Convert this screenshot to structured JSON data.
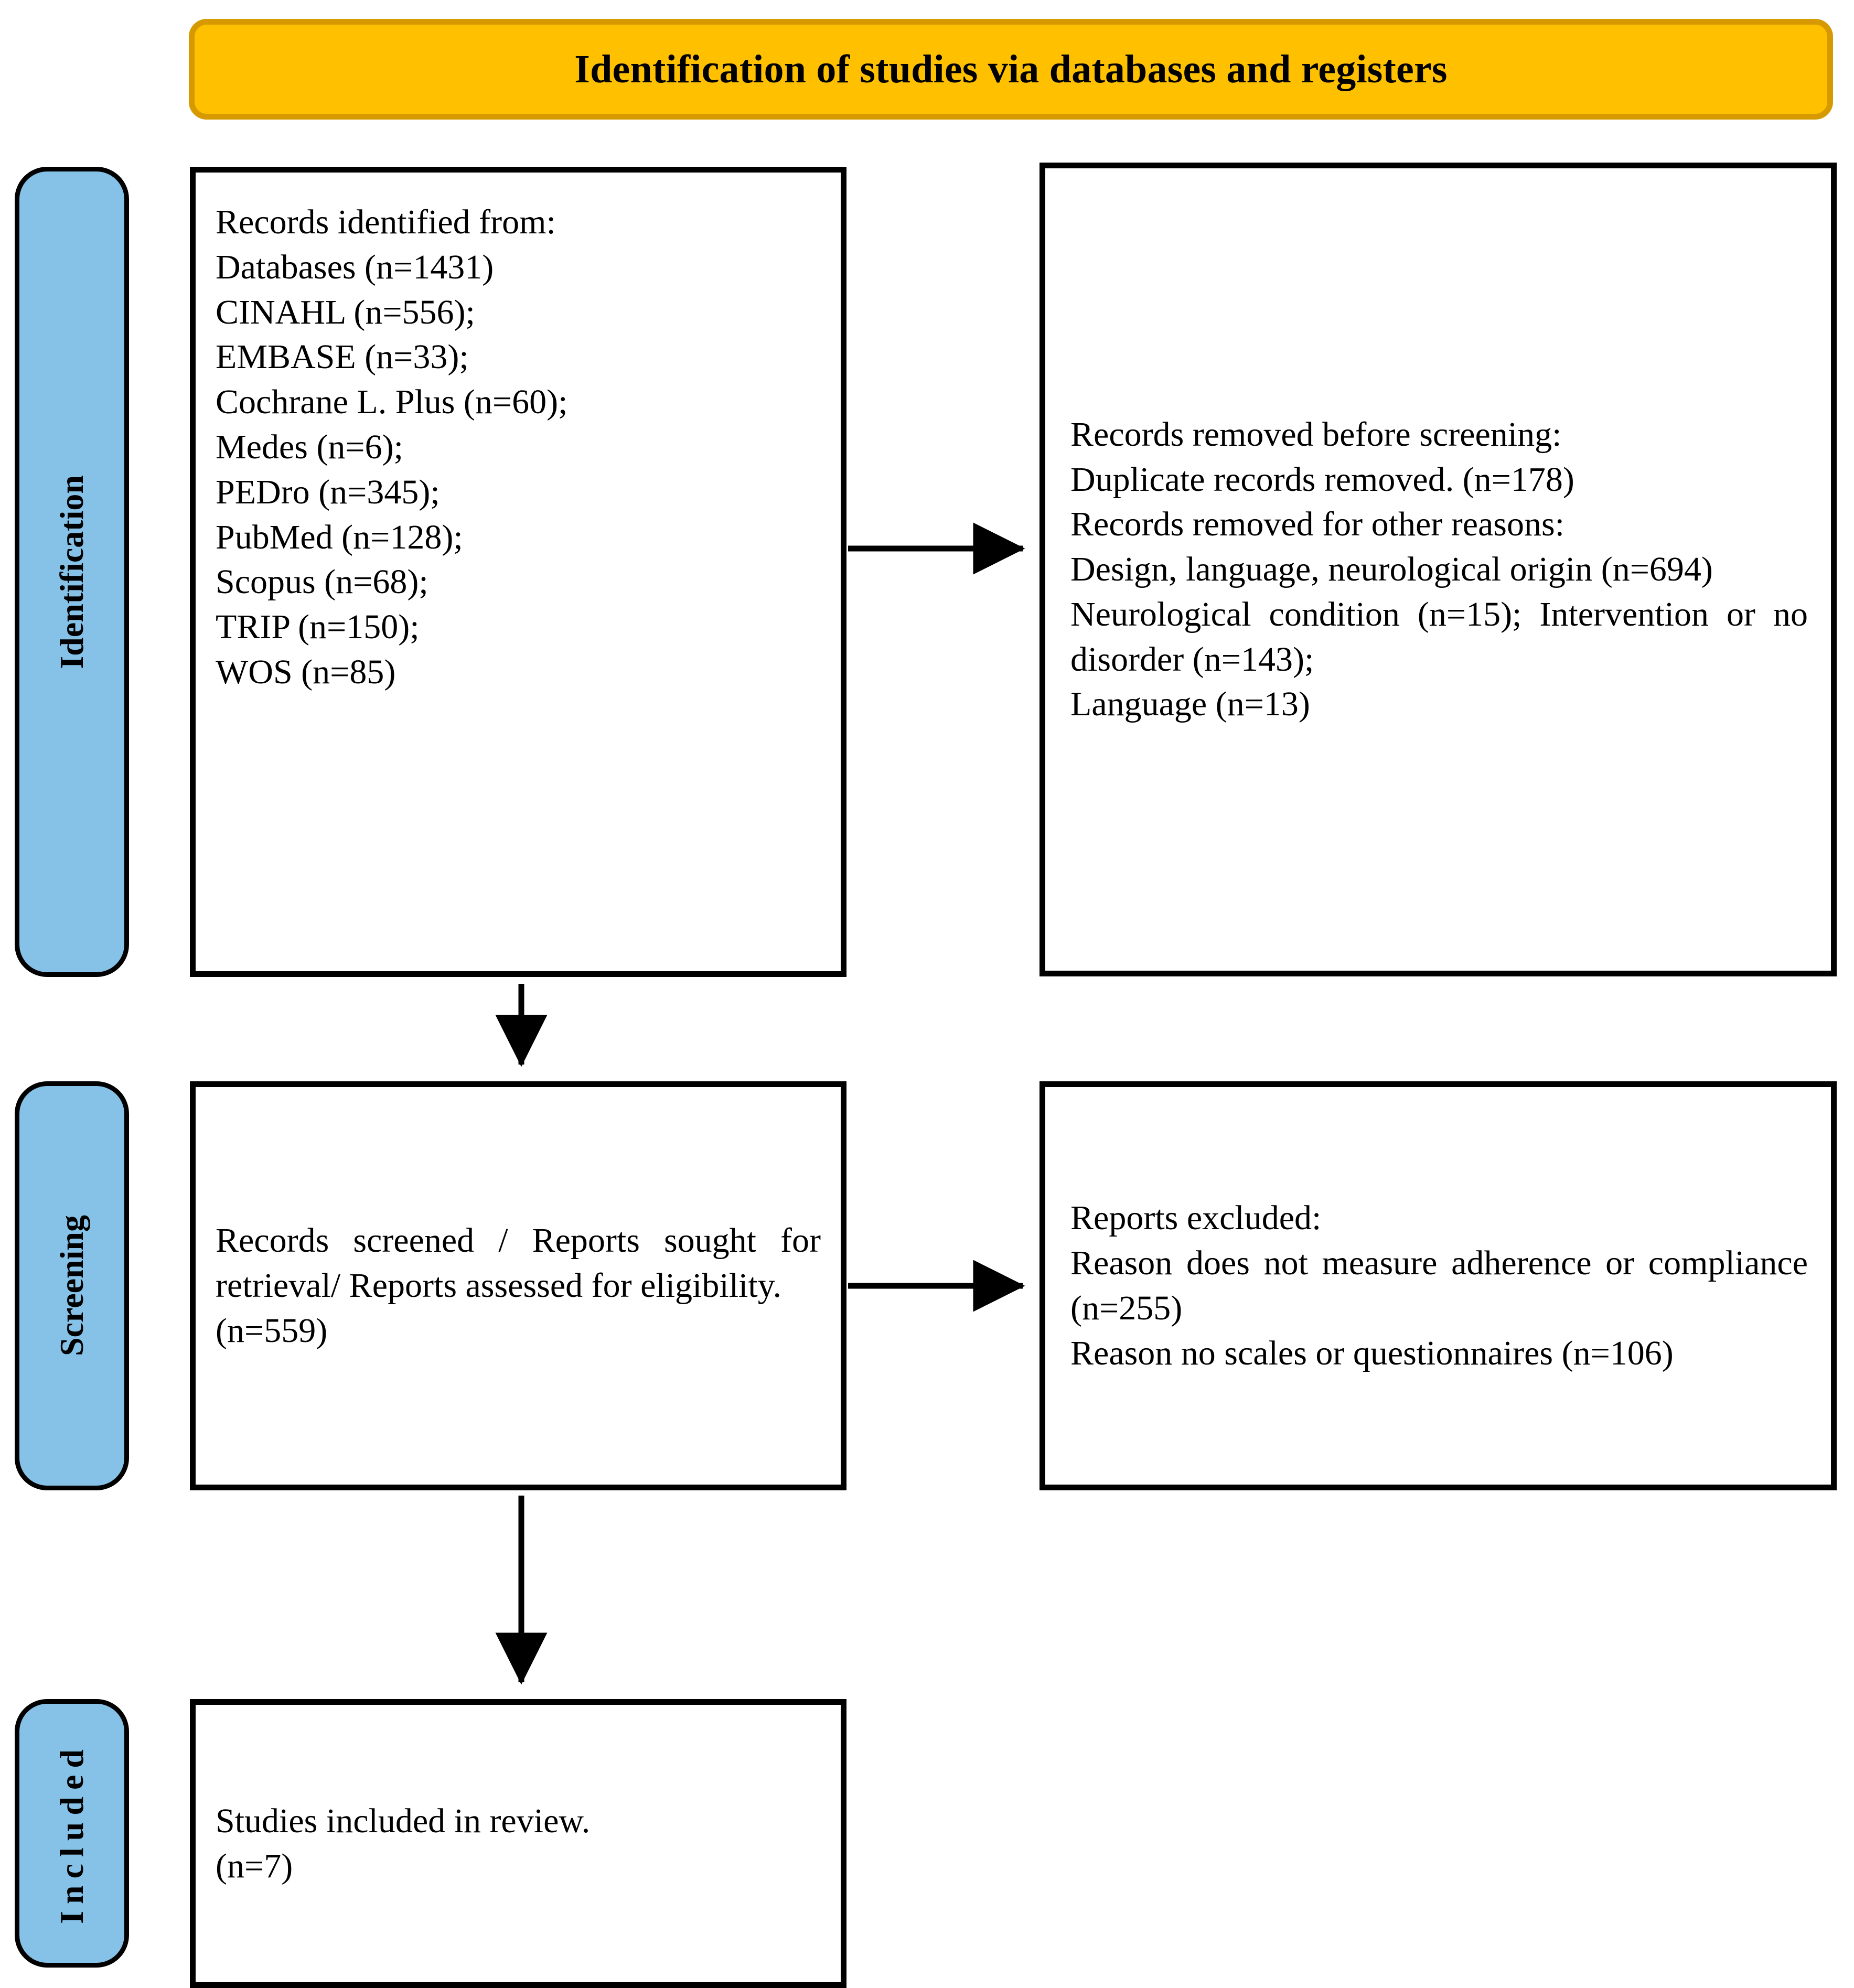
{
  "banner": {
    "title": "Identification of studies via databases and registers",
    "fill": "#FFC000",
    "border": "#D69A00"
  },
  "stages": {
    "fill": "#86C2E8",
    "identification": "Identification",
    "screening": "Screening",
    "included": "Included"
  },
  "boxes": {
    "records_identified": {
      "lines": [
        "Records identified from:",
        "Databases (n=1431)",
        "CINAHL (n=556);",
        "EMBASE (n=33);",
        "Cochrane L. Plus (n=60);",
        "Medes (n=6);",
        "PEDro (n=345);",
        "PubMed (n=128);",
        "Scopus (n=68);",
        "TRIP (n=150);",
        "WOS (n=85)"
      ]
    },
    "records_removed": {
      "lines": [
        "Records removed before screening:",
        "Duplicate records removed. (n=178)",
        "Records removed for other reasons:",
        "Design, language, neurological origin (n=694)",
        "Neurological condition (n=15); Intervention or no disorder (n=143);",
        "Language (n=13)"
      ]
    },
    "records_screened": {
      "lines": [
        "Records screened / Reports sought for retrieval/ Reports assessed for eligibility.",
        "(n=559)"
      ]
    },
    "reports_excluded": {
      "lines": [
        "Reports excluded:",
        "Reason does not measure adherence or compliance (n=255)",
        "Reason no scales or questionnaires (n=106)"
      ]
    },
    "studies_included": {
      "lines": [
        "Studies included in review.",
        "(n=7)"
      ]
    }
  },
  "chart_data": {
    "type": "diagram",
    "title": "Identification of studies via databases and registers",
    "stages": [
      "Identification",
      "Screening",
      "Included"
    ],
    "nodes": [
      {
        "id": "records-identified",
        "stage": "Identification",
        "label": "Records identified from",
        "total": 1431,
        "sources": [
          {
            "name": "Databases",
            "n": 1431
          },
          {
            "name": "CINAHL",
            "n": 556
          },
          {
            "name": "EMBASE",
            "n": 33
          },
          {
            "name": "Cochrane L. Plus",
            "n": 60
          },
          {
            "name": "Medes",
            "n": 6
          },
          {
            "name": "PEDro",
            "n": 345
          },
          {
            "name": "PubMed",
            "n": 128
          },
          {
            "name": "Scopus",
            "n": 68
          },
          {
            "name": "TRIP",
            "n": 150
          },
          {
            "name": "WOS",
            "n": 85
          }
        ]
      },
      {
        "id": "records-removed",
        "stage": "Identification",
        "label": "Records removed before screening",
        "reasons": [
          {
            "name": "Duplicate records removed.",
            "n": 178
          },
          {
            "name": "Design, language, neurological origin",
            "n": 694
          },
          {
            "name": "Neurological condition",
            "n": 15
          },
          {
            "name": "Intervention or no disorder",
            "n": 143
          },
          {
            "name": "Language",
            "n": 13
          }
        ]
      },
      {
        "id": "records-screened",
        "stage": "Screening",
        "label": "Records screened / Reports sought for retrieval/ Reports assessed for eligibility.",
        "n": 559
      },
      {
        "id": "reports-excluded",
        "stage": "Screening",
        "label": "Reports excluded",
        "reasons": [
          {
            "name": "Reason does not measure adherence or compliance",
            "n": 255
          },
          {
            "name": "Reason no scales or questionnaires",
            "n": 106
          }
        ]
      },
      {
        "id": "studies-included",
        "stage": "Included",
        "label": "Studies included in review.",
        "n": 7
      }
    ],
    "edges": [
      {
        "from": "records-identified",
        "to": "records-removed",
        "direction": "right"
      },
      {
        "from": "records-identified",
        "to": "records-screened",
        "direction": "down"
      },
      {
        "from": "records-screened",
        "to": "reports-excluded",
        "direction": "right"
      },
      {
        "from": "records-screened",
        "to": "studies-included",
        "direction": "down"
      }
    ]
  }
}
